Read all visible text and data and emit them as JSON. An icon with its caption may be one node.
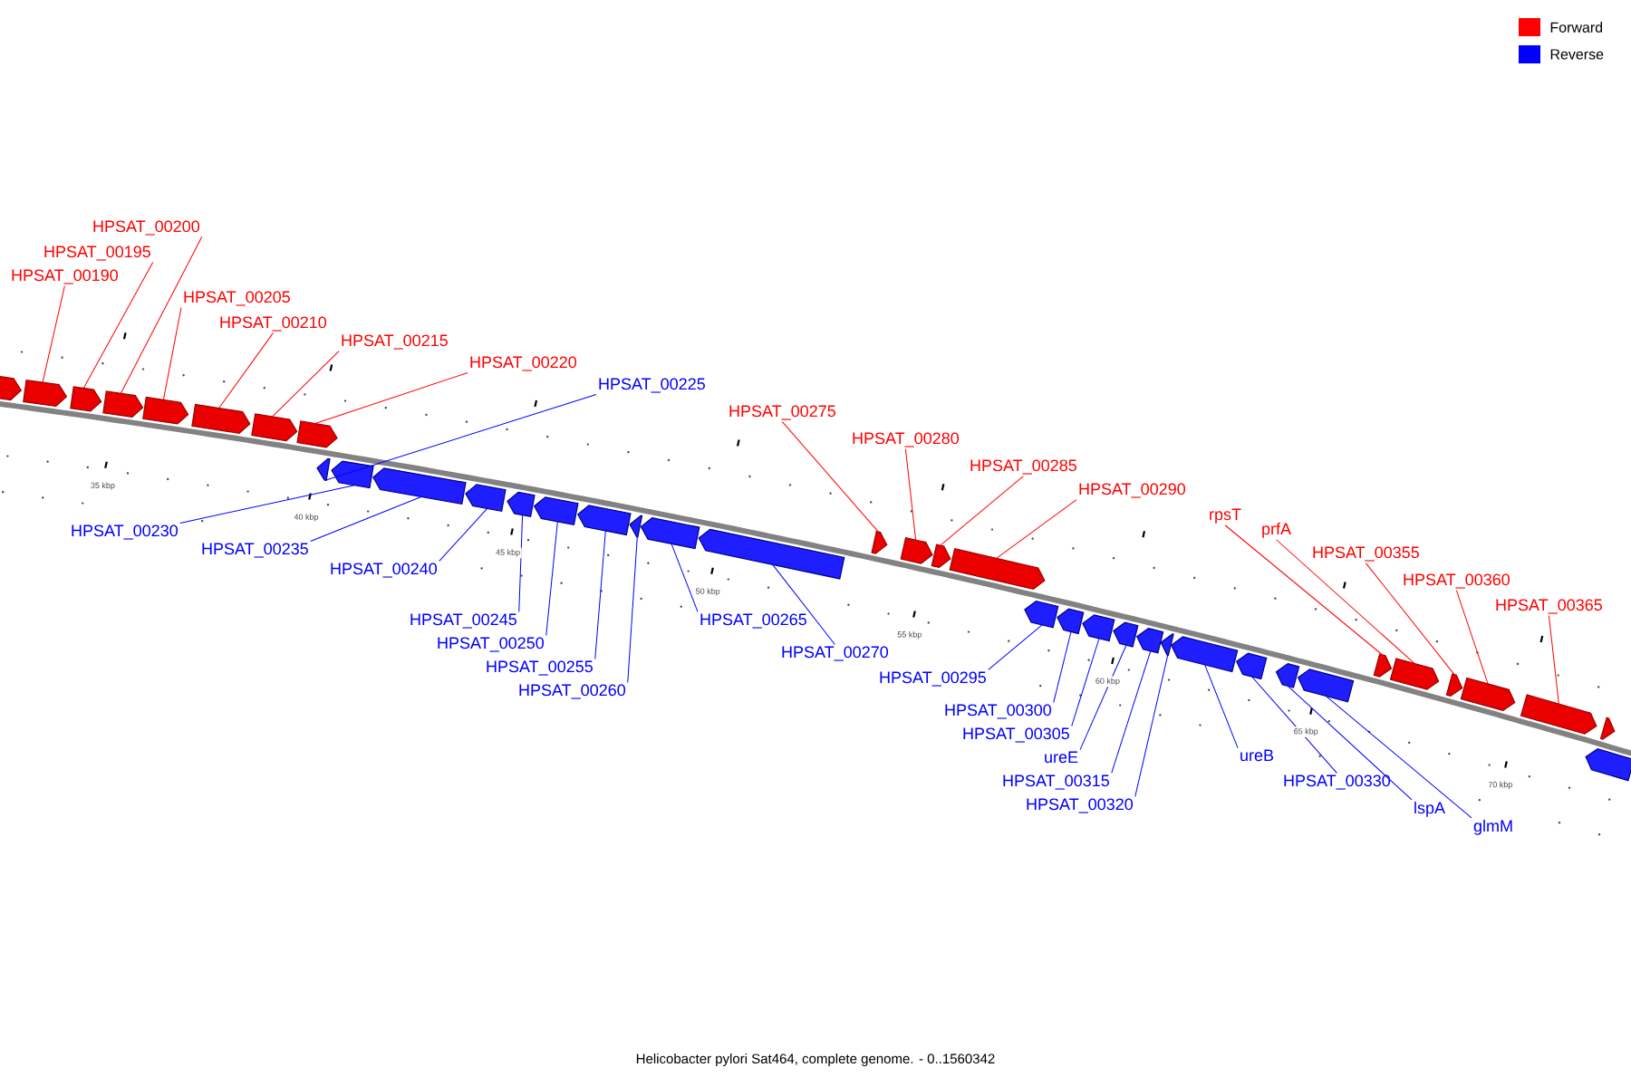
{
  "diagram": {
    "caption": "Helicobacter pylori Sat464, complete genome. - 0..1560342",
    "nodes": [
      {
        "text": [
          "HPSAT_00190"
        ]
      },
      {
        "text": [
          "HPSAT_00195"
        ]
      },
      {
        "text": [
          "HPSAT_00200"
        ]
      },
      {
        "text": [
          "HPSAT_00205"
        ]
      },
      {
        "text": [
          "HPSAT_00210"
        ]
      },
      {
        "text": [
          "HPSAT_00215"
        ]
      },
      {
        "text": [
          "HPSAT_00220"
        ]
      },
      {
        "text": [
          "HPSAT_00225"
        ]
      },
      {
        "text": [
          "HPSAT_00230"
        ]
      },
      {
        "text": [
          "HPSAT_00235"
        ]
      },
      {
        "text": [
          "HPSAT_00240"
        ]
      },
      {
        "text": [
          "HPSAT_00245"
        ]
      },
      {
        "text": [
          "HPSAT_00250"
        ]
      },
      {
        "text": [
          "HPSAT_00255"
        ]
      },
      {
        "text": [
          "HPSAT_00260"
        ]
      },
      {
        "text": [
          "HPSAT_00265"
        ]
      },
      {
        "text": [
          "HPSAT_00270"
        ]
      },
      {
        "text": [
          "HPSAT_00275"
        ]
      },
      {
        "text": [
          "HPSAT_00280"
        ]
      },
      {
        "text": [
          "HPSAT_00285"
        ]
      },
      {
        "text": [
          "HPSAT_00290"
        ]
      },
      {
        "text": [
          "HPSAT_00295"
        ]
      },
      {
        "text": [
          "HPSAT_00300"
        ]
      },
      {
        "text": [
          "HPSAT_00305"
        ]
      },
      {
        "text": [
          "ureE"
        ]
      },
      {
        "text": [
          "HPSAT_00315"
        ]
      },
      {
        "text": [
          "HPSAT_00320"
        ]
      },
      {
        "text": [
          "ureB"
        ]
      },
      {
        "text": [
          "HPSAT_00330"
        ]
      },
      {
        "text": [
          "lspA"
        ]
      },
      {
        "text": [
          "glmM"
        ]
      },
      {
        "text": [
          "rpsT"
        ]
      },
      {
        "text": [
          "prfA"
        ]
      },
      {
        "text": [
          "HPSAT_00355"
        ]
      },
      {
        "text": [
          "HPSAT_00360"
        ]
      },
      {
        "text": [
          "HPSAT_00365"
        ]
      },
      {
        "text": [],
        "shape": "arrow"
      },
      {
        "text": [],
        "shape": "arrow"
      },
      {
        "text": [],
        "shape": "arrow"
      },
      {
        "text": [],
        "shape": "arrow"
      },
      {
        "text": [],
        "shape": "arrow"
      },
      {
        "text": [],
        "shape": "arrow"
      },
      {
        "text": [],
        "shape": "arrow"
      },
      {
        "text": [],
        "shape": "arrow"
      },
      {
        "text": [],
        "shape": "arrow"
      },
      {
        "text": [],
        "shape": "arrow"
      },
      {
        "text": [],
        "shape": "arrow"
      },
      {
        "text": [],
        "shape": "arrow"
      },
      {
        "text": [],
        "shape": "arrow"
      },
      {
        "text": [],
        "shape": "arrow"
      },
      {
        "text": [],
        "shape": "arrow"
      },
      {
        "text": [],
        "shape": "arrow"
      },
      {
        "text": [],
        "shape": "arrow"
      },
      {
        "text": [],
        "shape": "arrow"
      },
      {
        "text": [],
        "shape": "arrow"
      },
      {
        "text": [],
        "shape": "arrow"
      },
      {
        "text": [],
        "shape": "arrow"
      },
      {
        "text": [],
        "shape": "arrow"
      },
      {
        "text": [],
        "shape": "arrow"
      },
      {
        "text": [],
        "shape": "arrow"
      },
      {
        "text": [],
        "shape": "arrow"
      },
      {
        "text": [],
        "shape": "arrow"
      },
      {
        "text": [],
        "shape": "arrow"
      },
      {
        "text": [],
        "shape": "arrow"
      },
      {
        "text": [],
        "shape": "arrow"
      },
      {
        "text": [],
        "shape": "arrow"
      },
      {
        "text": [],
        "shape": "arrow"
      },
      {
        "text": [],
        "shape": "arrow"
      },
      {
        "text": [],
        "shape": "arrow"
      },
      {
        "text": [],
        "shape": "arrow"
      },
      {
        "text": [],
        "shape": "arrow"
      },
      {
        "text": [],
        "shape": "arrow"
      },
      {
        "text": [],
        "shape": "arrow"
      },
      {
        "text": [],
        "shape": "arrow"
      },
      {
        "text": [],
        "shape": "arrow"
      }
    ],
    "edges": [
      {
        "from": 0,
        "to": 37,
        "arrow": "none",
        "color": "#ff0000"
      },
      {
        "from": 1,
        "to": 38,
        "arrow": "none",
        "color": "#ff0000"
      },
      {
        "from": 2,
        "to": 39,
        "arrow": "none",
        "color": "#ff0000"
      },
      {
        "from": 3,
        "to": 40,
        "arrow": "none",
        "color": "#ff0000"
      },
      {
        "from": 4,
        "to": 41,
        "arrow": "none",
        "color": "#ff0000"
      },
      {
        "from": 5,
        "to": 42,
        "arrow": "none",
        "color": "#ff0000"
      },
      {
        "from": 6,
        "to": 43,
        "arrow": "none",
        "color": "#ff0000"
      },
      {
        "from": 7,
        "to": 44,
        "arrow": "none",
        "color": "#0000ff"
      },
      {
        "from": 8,
        "to": 45,
        "arrow": "none",
        "color": "#0000ff"
      },
      {
        "from": 9,
        "to": 46,
        "arrow": "none",
        "color": "#0000ff"
      },
      {
        "from": 10,
        "to": 47,
        "arrow": "none",
        "color": "#0000ff"
      },
      {
        "from": 11,
        "to": 48,
        "arrow": "none",
        "color": "#0000ff"
      },
      {
        "from": 12,
        "to": 49,
        "arrow": "none",
        "color": "#0000ff"
      },
      {
        "from": 13,
        "to": 50,
        "arrow": "none",
        "color": "#0000ff"
      },
      {
        "from": 14,
        "to": 51,
        "arrow": "none",
        "color": "#0000ff"
      },
      {
        "from": 15,
        "to": 52,
        "arrow": "none",
        "color": "#0000ff"
      },
      {
        "from": 16,
        "to": 53,
        "arrow": "none",
        "color": "#0000ff"
      },
      {
        "from": 17,
        "to": 54,
        "arrow": "none",
        "color": "#ff0000"
      },
      {
        "from": 18,
        "to": 55,
        "arrow": "none",
        "color": "#ff0000"
      },
      {
        "from": 19,
        "to": 56,
        "arrow": "none",
        "color": "#ff0000"
      },
      {
        "from": 20,
        "to": 57,
        "arrow": "none",
        "color": "#ff0000"
      },
      {
        "from": 21,
        "to": 58,
        "arrow": "none",
        "color": "#0000ff"
      },
      {
        "from": 22,
        "to": 59,
        "arrow": "none",
        "color": "#0000ff"
      },
      {
        "from": 23,
        "to": 60,
        "arrow": "none",
        "color": "#0000ff"
      },
      {
        "from": 24,
        "to": 61,
        "arrow": "none",
        "color": "#0000ff"
      },
      {
        "from": 25,
        "to": 62,
        "arrow": "none",
        "color": "#0000ff"
      },
      {
        "from": 26,
        "to": 63,
        "arrow": "none",
        "color": "#0000ff"
      },
      {
        "from": 27,
        "to": 64,
        "arrow": "none",
        "color": "#0000ff"
      },
      {
        "from": 28,
        "to": 65,
        "arrow": "none",
        "color": "#0000ff"
      },
      {
        "from": 29,
        "to": 66,
        "arrow": "none",
        "color": "#0000ff"
      },
      {
        "from": 30,
        "to": 67,
        "arrow": "none",
        "color": "#0000ff"
      },
      {
        "from": 31,
        "to": 68,
        "arrow": "none",
        "color": "#ff0000"
      },
      {
        "from": 32,
        "to": 69,
        "arrow": "none",
        "color": "#ff0000"
      },
      {
        "from": 33,
        "to": 70,
        "arrow": "none",
        "color": "#ff0000"
      },
      {
        "from": 34,
        "to": 71,
        "arrow": "none",
        "color": "#ff0000"
      },
      {
        "from": 35,
        "to": 72,
        "arrow": "none",
        "color": "#ff0000"
      }
    ],
    "labels": [
      "35 kbp",
      "40 kbp",
      "45 kbp",
      "50 kbp",
      "55 kbp",
      "60 kbp",
      "65 kbp",
      "70 kbp"
    ],
    "legend": [
      {
        "text": "Forward",
        "color": "#ff0000"
      },
      {
        "text": "Reverse",
        "color": "#0000ff"
      }
    ]
  }
}
